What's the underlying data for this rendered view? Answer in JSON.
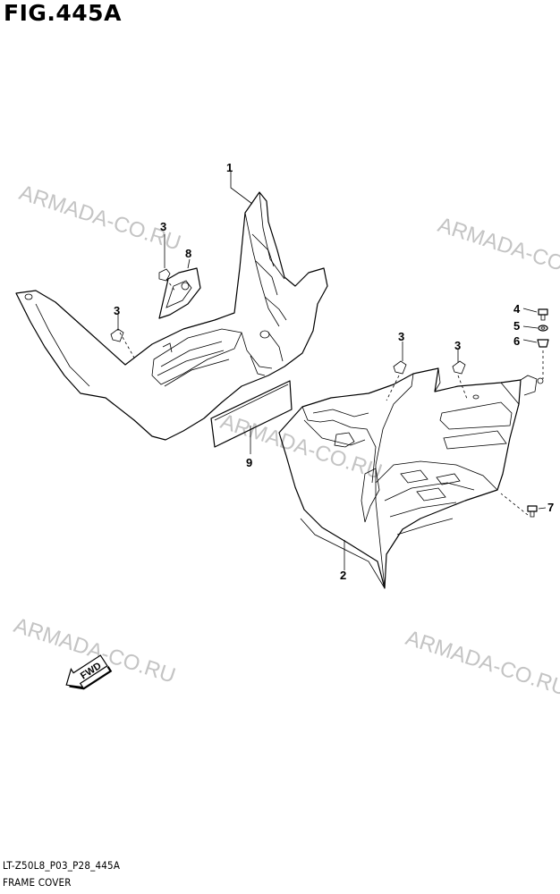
{
  "figure": {
    "title": "FIG.445A",
    "model_code": "LT-Z50L8_P03_P28_445A",
    "name": "FRAME COVER"
  },
  "watermark": {
    "text": "ARMADA-CO.RU",
    "color": "#c4c4c4"
  },
  "direction_label": "FWD",
  "callouts": [
    "1",
    "2",
    "3",
    "3",
    "3",
    "3",
    "4",
    "5",
    "6",
    "7",
    "8",
    "9"
  ]
}
